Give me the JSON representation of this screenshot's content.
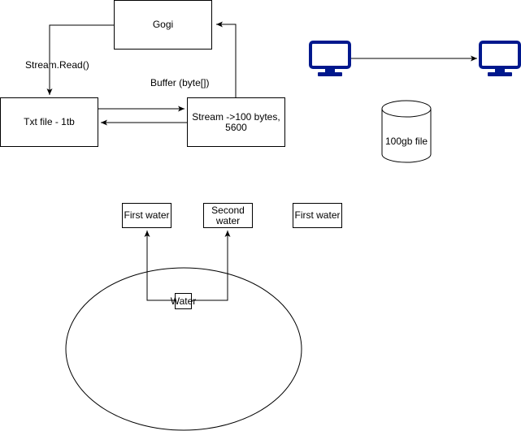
{
  "nodes": {
    "gogi": "Gogi",
    "txt_file": "Txt file - 1tb",
    "stream": "Stream ->100 bytes, 5600",
    "storage": "100gb file",
    "first_water_left": "First water",
    "second_water": "Second water",
    "first_water_right": "First water",
    "water": "Water"
  },
  "edge_labels": {
    "stream_read": "Stream.Read()",
    "buffer": "Buffer (byte[])"
  },
  "icons": {
    "computer_left": "computer-monitor-icon",
    "computer_right": "computer-monitor-icon",
    "storage": "database-cylinder-icon"
  },
  "colors": {
    "monitor": "#00188D",
    "line": "#000000",
    "background": "#ffffff"
  }
}
